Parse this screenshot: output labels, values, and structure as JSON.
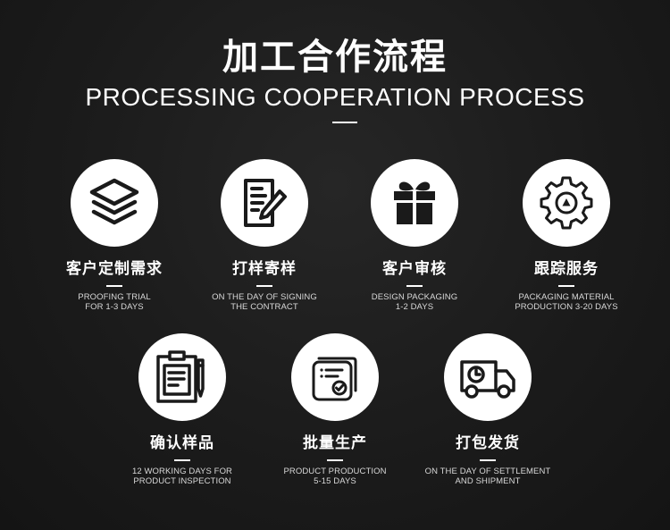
{
  "header": {
    "title_cn": "加工合作流程",
    "title_en": "PROCESSING COOPERATION PROCESS"
  },
  "steps": [
    {
      "title": "客户定制需求",
      "desc": "PROOFING TRIAL\nFOR 1-3 DAYS",
      "icon": "layers-icon"
    },
    {
      "title": "打样寄样",
      "desc": "ON THE DAY OF SIGNING\nTHE CONTRACT",
      "icon": "document-pen-icon"
    },
    {
      "title": "客户审核",
      "desc": "DESIGN PACKAGING\n1-2 DAYS",
      "icon": "gift-box-icon"
    },
    {
      "title": "跟踪服务",
      "desc": "PACKAGING MATERIAL\nPRODUCTION 3-20 DAYS",
      "icon": "gear-icon"
    },
    {
      "title": "确认样品",
      "desc": "12 WORKING DAYS FOR\nPRODUCT INSPECTION",
      "icon": "clipboard-icon"
    },
    {
      "title": "批量生产",
      "desc": "PRODUCT PRODUCTION\n5-15 DAYS",
      "icon": "production-check-icon"
    },
    {
      "title": "打包发货",
      "desc": "ON THE DAY OF SETTLEMENT\nAND SHIPMENT",
      "icon": "delivery-truck-icon"
    }
  ],
  "colors": {
    "background": "#1b1b1b",
    "icon_circle": "#ffffff",
    "icon_stroke": "#1a1a1a",
    "text": "#ffffff"
  }
}
